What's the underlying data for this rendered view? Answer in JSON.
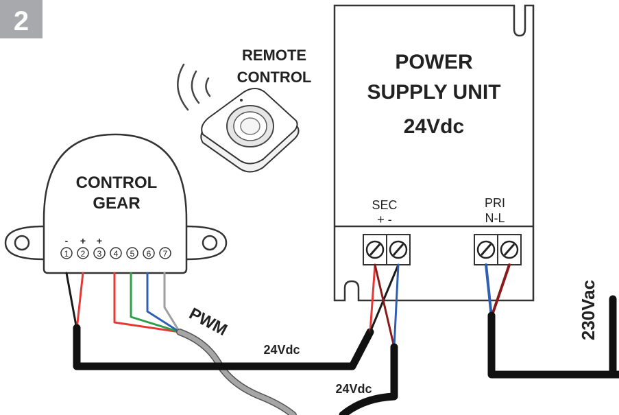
{
  "step_badge": "2",
  "remote": {
    "line1": "REMOTE",
    "line2": "CONTROL"
  },
  "psu": {
    "line1": "POWER",
    "line2": "SUPPLY UNIT",
    "line3": "24Vdc",
    "sec_label": "SEC",
    "sec_polarity": "+ -",
    "pri_label": "PRI",
    "pri_polarity": "N-L"
  },
  "control_gear": {
    "line1": "CONTROL",
    "line2": "GEAR",
    "terminals": [
      "1",
      "2",
      "3",
      "4",
      "5",
      "6",
      "7"
    ],
    "signs": [
      "-",
      "+",
      "+"
    ]
  },
  "wires": {
    "pwm": "PWM",
    "dc_label_1": "24Vdc",
    "dc_label_2": "24Vdc",
    "ac_label": "230Vac"
  },
  "colors": {
    "black": "#1a1a1a",
    "red": "#e53935",
    "green": "#2e9e4a",
    "blue": "#2f5fb3",
    "grey": "#9e9e9e",
    "brown": "#8b1a1a",
    "badge": "#a7a9ac"
  }
}
